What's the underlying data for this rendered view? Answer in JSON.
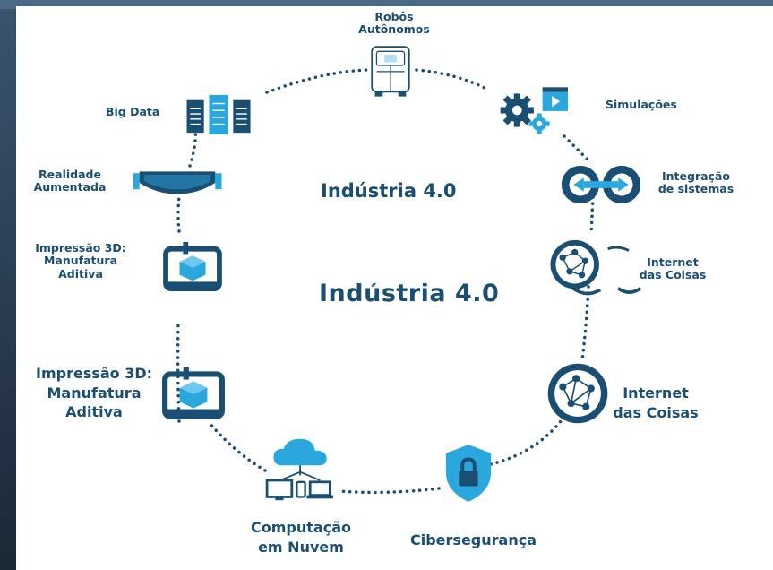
{
  "title": "Indústria 4.0",
  "title_echo": "Indústria 4.0",
  "nodes": {
    "robos": "Robôs\nAutônomos",
    "simulacoes": "Simulações",
    "integracao": "Integração\nde sistemas",
    "iot_small": "Internet\ndas Coisas",
    "iot_large": "Internet\ndas Coisas",
    "ciberseguranca": "Cibersegurança",
    "computacao": "Computação\nem Nuvem",
    "impressao_large": "Impressão 3D:\nManufatura\nAditiva",
    "impressao_small": "Impressão 3D:\nManufatura\nAditiva",
    "realidade": "Realidade\nAumentada",
    "bigdata": "Big Data"
  },
  "icons": {
    "robos": "autonomous-robot-icon",
    "simulacoes": "gears-and-video-icon",
    "integracao": "linked-circles-icon",
    "iot": "network-globe-icon",
    "ciberseguranca": "padlock-shield-icon",
    "computacao": "cloud-devices-icon",
    "impressao": "3d-printer-icon",
    "realidade": "ar-headset-icon",
    "bigdata": "server-racks-icon"
  },
  "colors": {
    "text": "#1a4f73",
    "icon_dark": "#1a4f73",
    "icon_light": "#2aa7dd",
    "dots": "#1a4f73"
  }
}
